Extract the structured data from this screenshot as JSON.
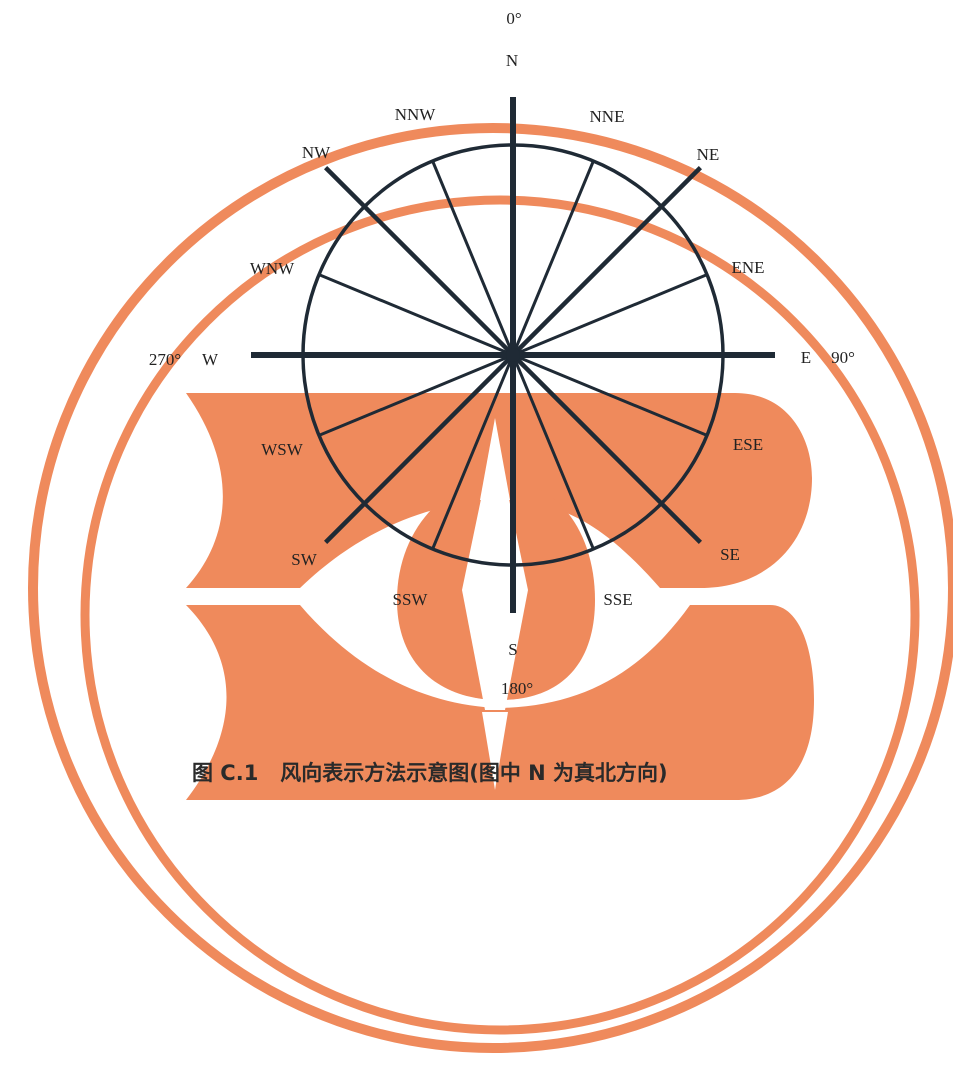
{
  "diagram": {
    "caption": "图 C.1   风向表示方法示意图(图中 N 为真北方向)",
    "degrees": {
      "north": "0°",
      "east": "90°",
      "south": "180°",
      "west": "270°"
    },
    "directions": [
      "N",
      "NNE",
      "NE",
      "ENE",
      "E",
      "ESE",
      "SE",
      "SSE",
      "S",
      "SSW",
      "SW",
      "WSW",
      "W",
      "WNW",
      "NW",
      "NNW"
    ],
    "colors": {
      "watermark": "#ef8a5c",
      "compass_lines": "#1f2a35",
      "text": "#222222"
    },
    "watermark_logo": "stylized-eye-compass-emblem"
  }
}
